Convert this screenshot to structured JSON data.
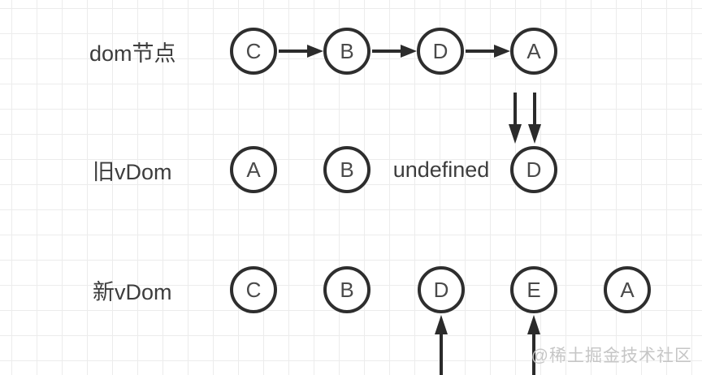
{
  "diagram": {
    "rows": [
      {
        "id": "dom-nodes",
        "label": "dom节点",
        "nodes": [
          "C",
          "B",
          "D",
          "A"
        ]
      },
      {
        "id": "old-vdom",
        "label": "旧vDom",
        "nodes": [
          "A",
          "B",
          "undefined",
          "D"
        ]
      },
      {
        "id": "new-vdom",
        "label": "新vDom",
        "nodes": [
          "C",
          "B",
          "D",
          "E",
          "A"
        ]
      }
    ],
    "connections": [
      {
        "from": "dom-nodes.C",
        "to": "dom-nodes.B",
        "type": "arrow-right"
      },
      {
        "from": "dom-nodes.B",
        "to": "dom-nodes.D",
        "type": "arrow-right"
      },
      {
        "from": "dom-nodes.D",
        "to": "dom-nodes.A",
        "type": "arrow-right"
      },
      {
        "from": "dom-nodes.A",
        "to": "old-vdom.D",
        "type": "double-arrow-down"
      },
      {
        "from": "offscreen-bottom",
        "to": "new-vdom.D",
        "type": "arrow-up"
      },
      {
        "from": "offscreen-bottom",
        "to": "new-vdom.E",
        "type": "arrow-up"
      }
    ],
    "colors": {
      "stroke": "#2e2e2e",
      "text": "#3d3d3d",
      "grid": "#ececec",
      "background": "#ffffff",
      "watermark": "#c6c6c6"
    }
  },
  "watermark": "@稀土掘金技术社区"
}
